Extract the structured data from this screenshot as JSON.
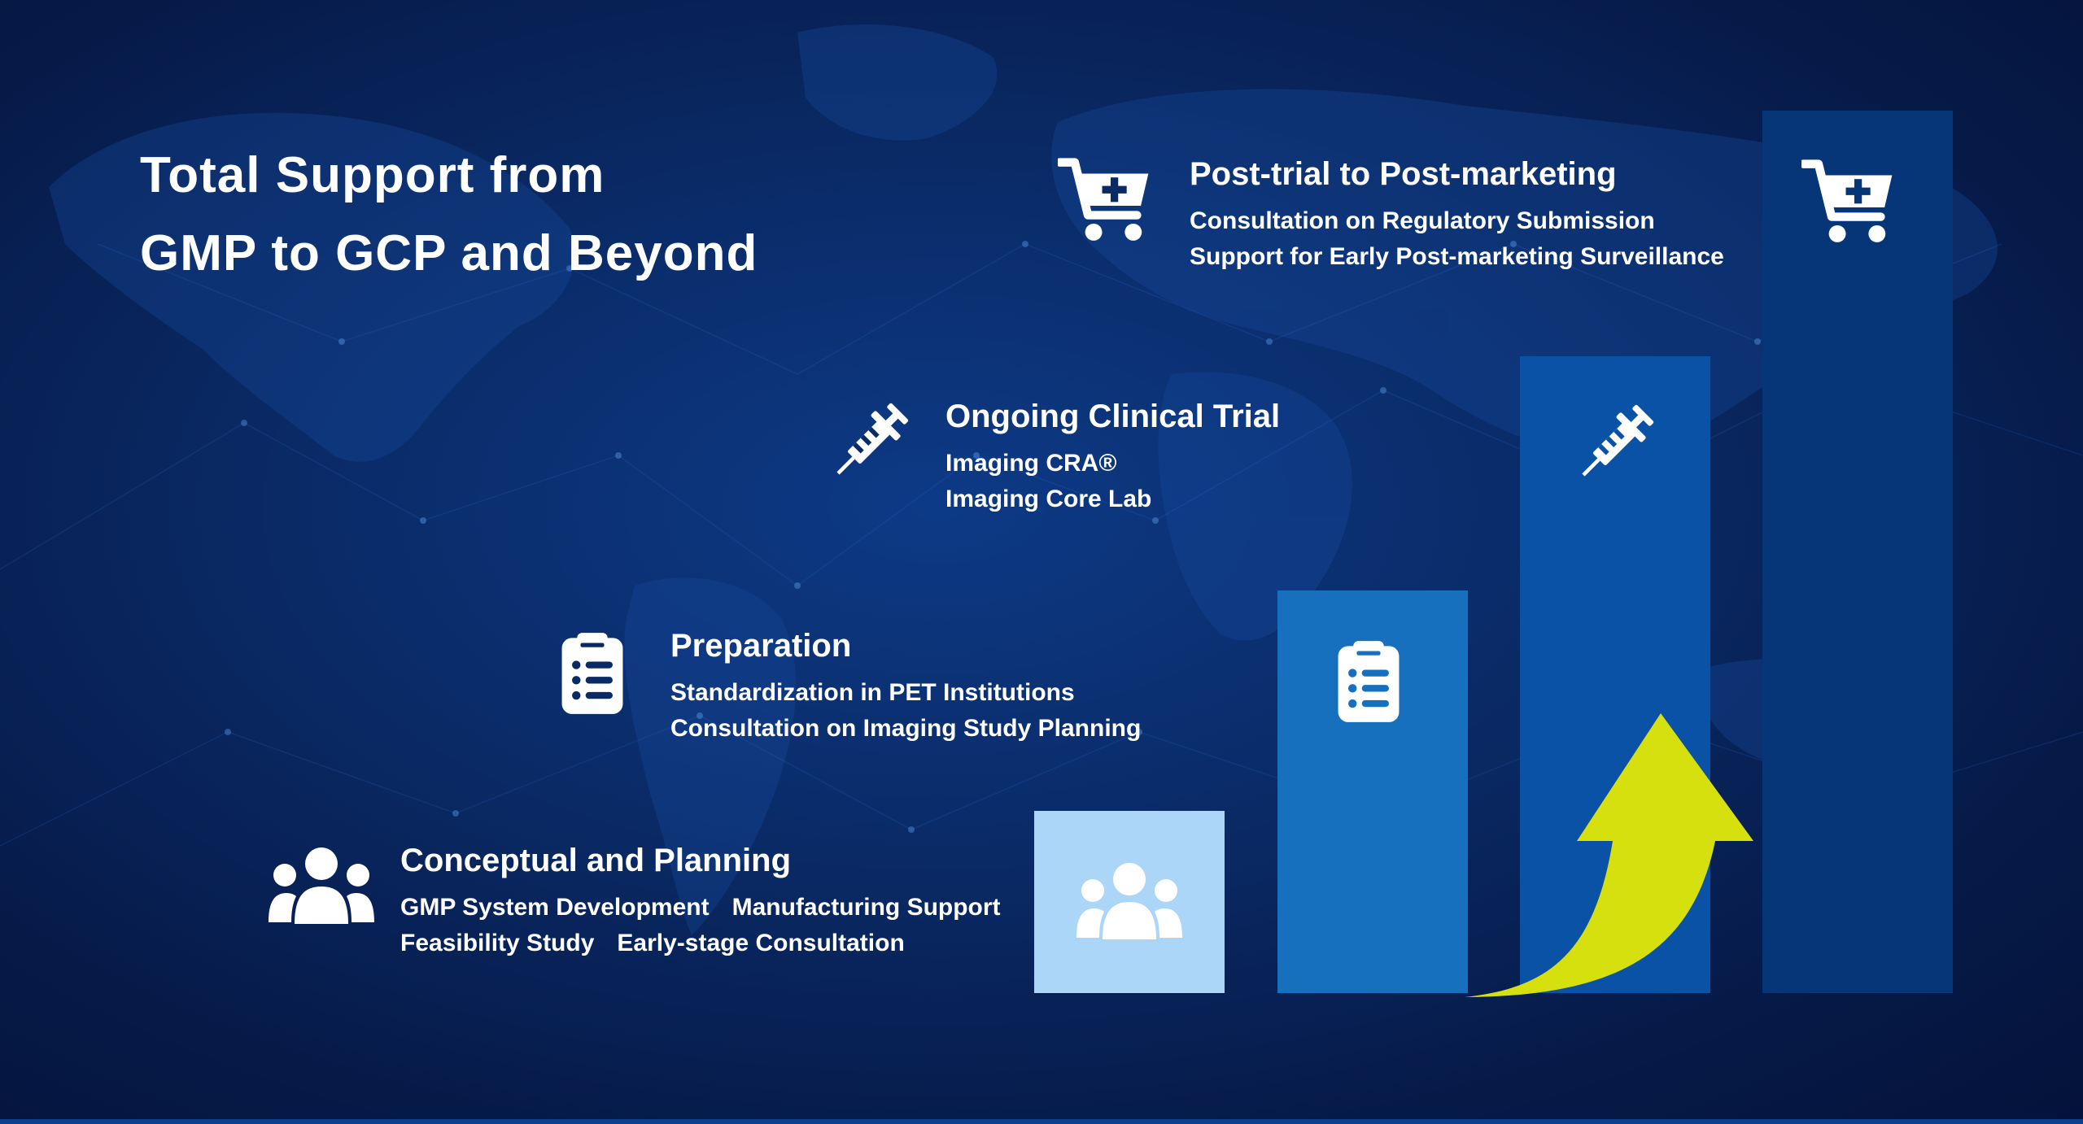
{
  "title": {
    "line1": "Total Support from",
    "line2": "GMP to GCP and Beyond"
  },
  "stages": [
    {
      "heading": "Post-trial to Post-marketing",
      "icon": "cart-plus-icon",
      "lines": [
        "Consultation on Regulatory Submission",
        "Support for Early Post-marketing Surveillance"
      ]
    },
    {
      "heading": "Ongoing Clinical Trial",
      "icon": "syringe-icon",
      "lines": [
        "Imaging CRA®",
        "Imaging Core Lab"
      ]
    },
    {
      "heading": "Preparation",
      "icon": "clipboard-list-icon",
      "lines": [
        "Standardization in PET Institutions",
        "Consultation on Imaging Study Planning"
      ]
    },
    {
      "heading": "Conceptual and Planning",
      "icon": "users-icon",
      "lines": [
        [
          "GMP System Development",
          "Manufacturing Support"
        ],
        [
          "Feasibility Study",
          "Early-stage Consultation"
        ]
      ]
    }
  ],
  "colors": {
    "bar1": "#acd6f7",
    "bar2": "#1670bd",
    "bar3": "#0a52a6",
    "bar4": "#063677",
    "arrow": "#d7e00f",
    "background": "#0a2a66"
  }
}
